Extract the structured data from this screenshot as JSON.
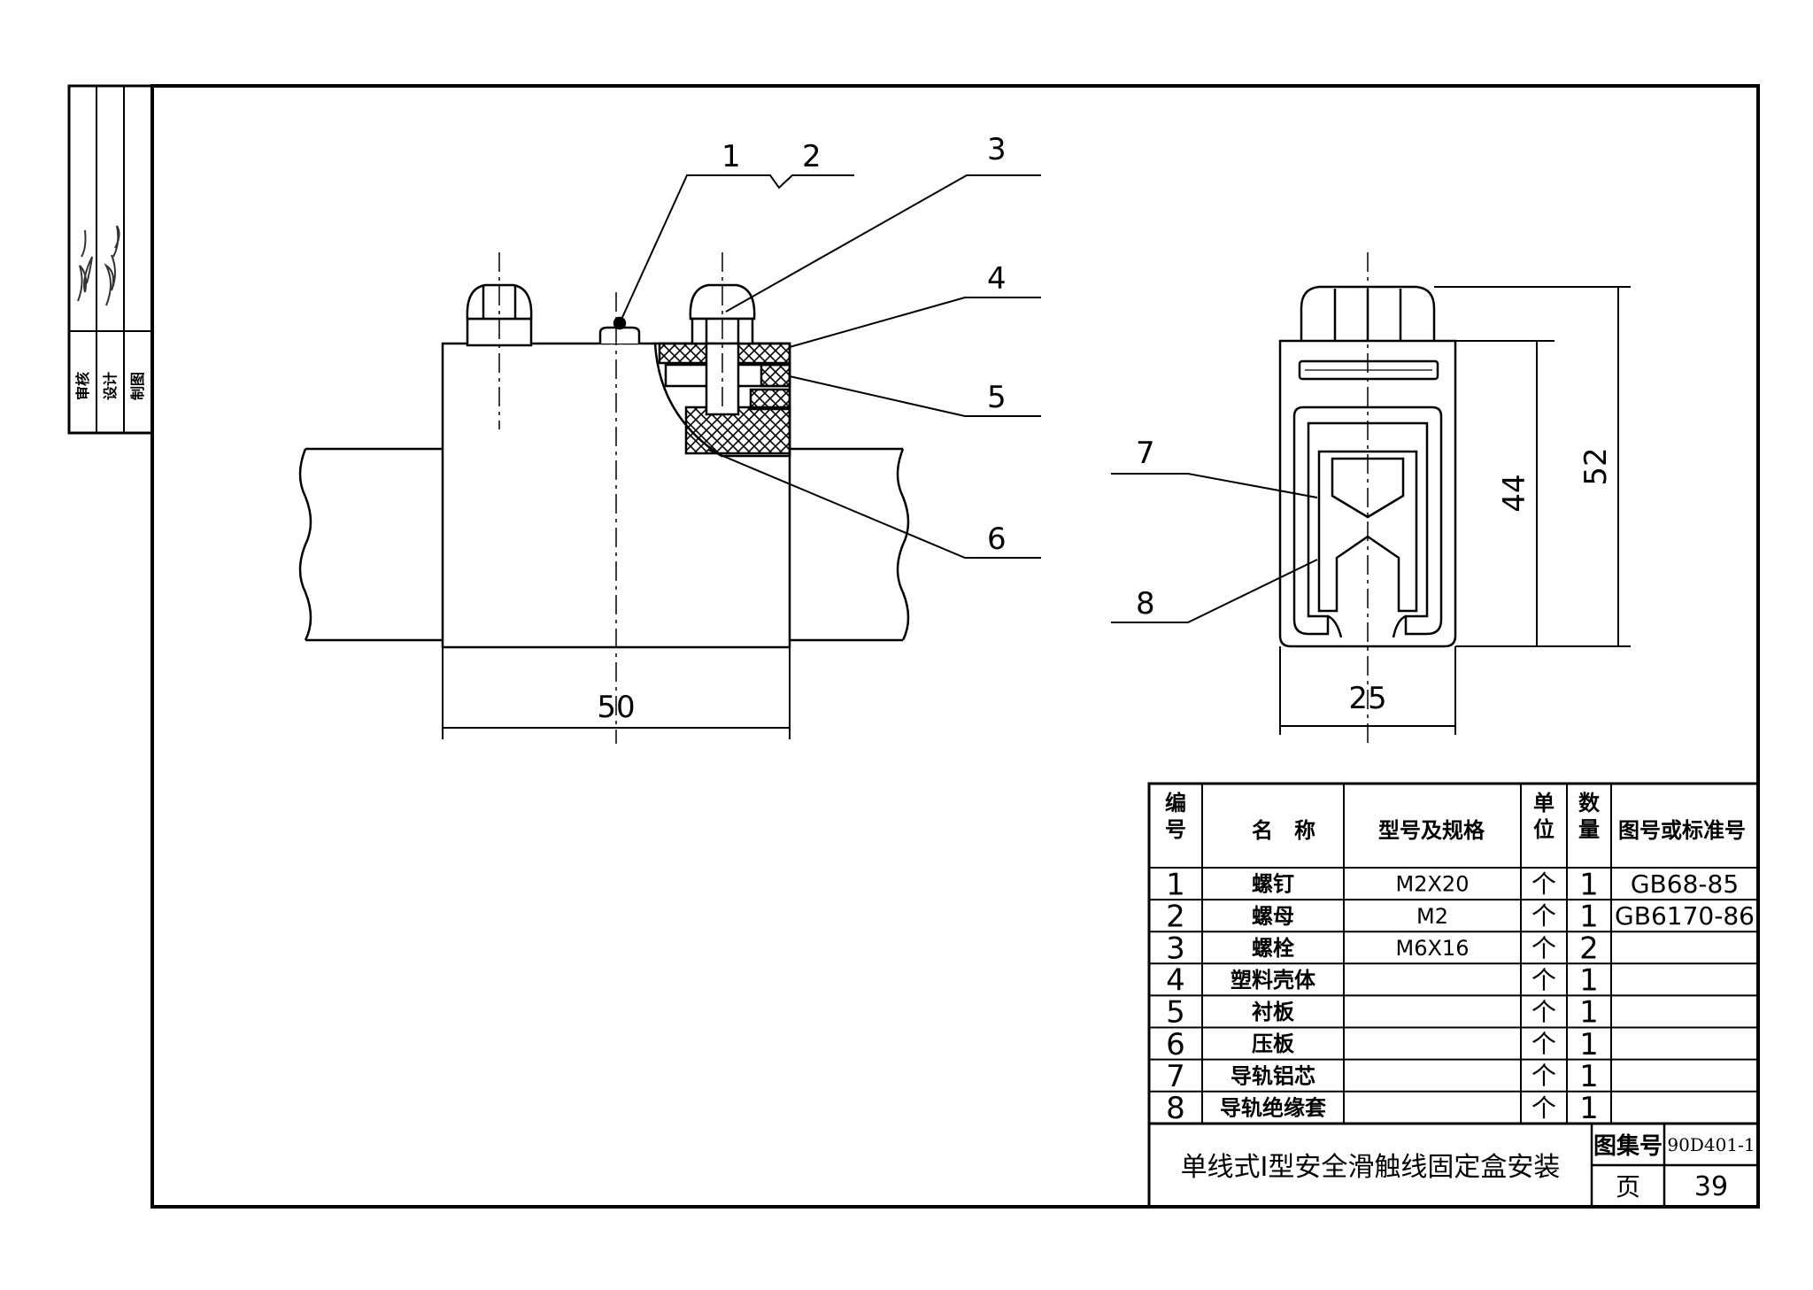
{
  "side_stamp": {
    "roles": [
      "审核",
      "设计",
      "制图"
    ],
    "signatures": [
      "马德宝",
      "李新"
    ]
  },
  "left_view": {
    "dim_width": "50",
    "callouts": [
      "1",
      "2",
      "3",
      "4",
      "5",
      "6"
    ]
  },
  "right_view": {
    "dim_width": "25",
    "dim_h1": "44",
    "dim_h2": "52",
    "callouts": [
      "7",
      "8"
    ]
  },
  "parts_table": {
    "headers": {
      "no": "编号",
      "name": "名　称",
      "spec": "型号及规格",
      "unit": "单位",
      "qty": "数量",
      "std": "图号或标准号"
    },
    "rows": [
      {
        "no": "1",
        "name": "螺钉",
        "spec": "M2X20",
        "unit": "个",
        "qty": "1",
        "std": "GB68-85"
      },
      {
        "no": "2",
        "name": "螺母",
        "spec": "M2",
        "unit": "个",
        "qty": "1",
        "std": "GB6170-86"
      },
      {
        "no": "3",
        "name": "螺栓",
        "spec": "M6X16",
        "unit": "个",
        "qty": "2",
        "std": ""
      },
      {
        "no": "4",
        "name": "塑料壳体",
        "spec": "",
        "unit": "个",
        "qty": "1",
        "std": ""
      },
      {
        "no": "5",
        "name": "衬板",
        "spec": "",
        "unit": "个",
        "qty": "1",
        "std": ""
      },
      {
        "no": "6",
        "name": "压板",
        "spec": "",
        "unit": "个",
        "qty": "1",
        "std": ""
      },
      {
        "no": "7",
        "name": "导轨铝芯",
        "spec": "",
        "unit": "个",
        "qty": "1",
        "std": ""
      },
      {
        "no": "8",
        "name": "导轨绝缘套",
        "spec": "",
        "unit": "个",
        "qty": "1",
        "std": ""
      }
    ]
  },
  "title_block": {
    "title": "单线式Ⅰ型安全滑触线固定盒安装",
    "atlas_label": "图集号",
    "atlas_no": "90D401-1",
    "page_label": "页",
    "page_no": "39"
  }
}
